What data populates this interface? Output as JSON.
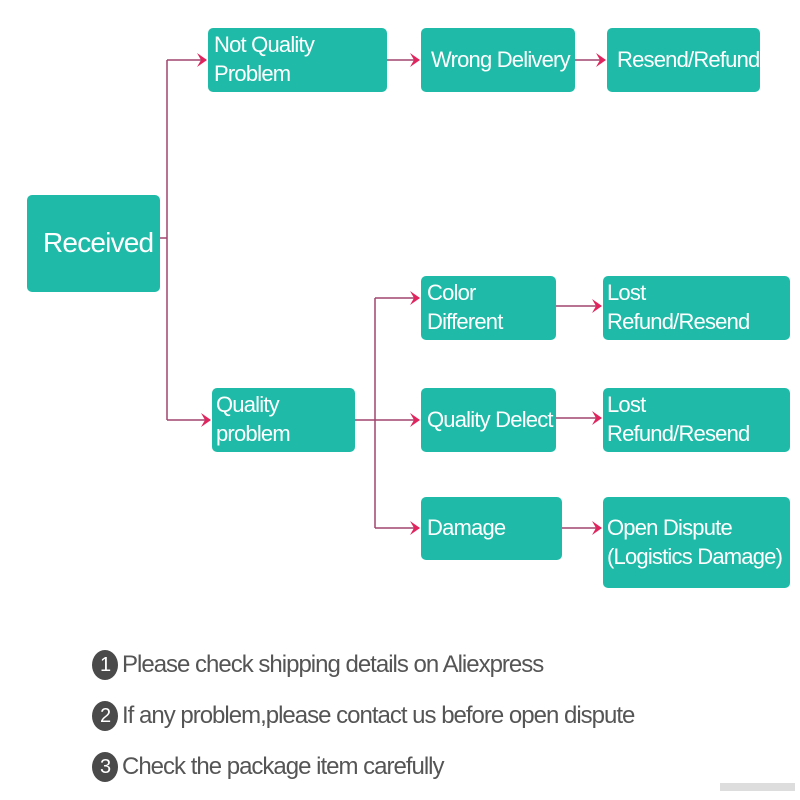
{
  "nodes": {
    "received": "Received",
    "not_quality": "Not Quality Problem",
    "wrong_delivery": "Wrong Delivery",
    "resend_refund": "Resend/Refund",
    "quality": "Quality problem",
    "color_different": "Color Different",
    "lost_refund_1": "Lost Refund/Resend",
    "quality_defect": "Quality Delect",
    "lost_refund_2": "Lost Refund/Resend",
    "damage": "Damage",
    "open_dispute_1": "Open Dispute",
    "open_dispute_2": "(Logistics Damage)"
  },
  "notes": [
    {
      "num": "1",
      "text": "Please check shipping details on Aliexpress"
    },
    {
      "num": "2",
      "text": "If any problem,please contact us before open dispute"
    },
    {
      "num": "3",
      "text": "Check the package item carefully"
    }
  ],
  "colors": {
    "node": "#20bba8",
    "line": "#a0456e",
    "arrow": "#e0245e"
  }
}
